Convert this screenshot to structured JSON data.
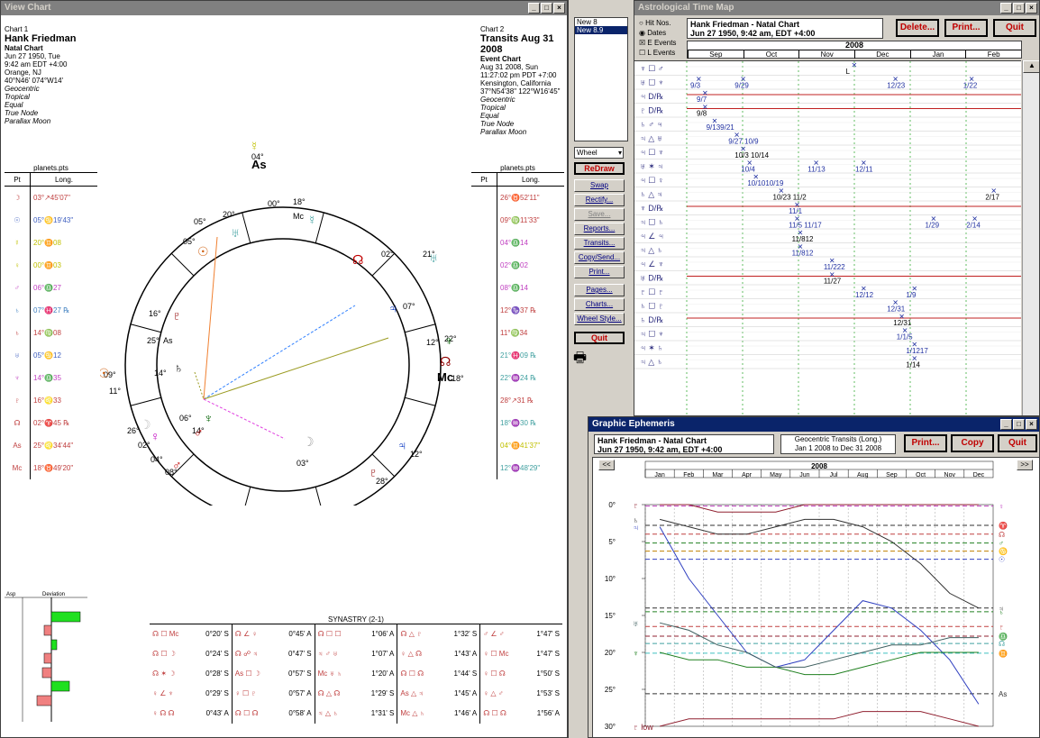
{
  "view_chart": {
    "title": "View Chart",
    "chart1": {
      "label": "Chart 1",
      "name": "Hank Friedman",
      "type": "Natal Chart",
      "date": "Jun 27 1950, Tue",
      "time": "9:42 am  EDT +4:00",
      "place": "Orange, NJ",
      "coords": "40°N46' 074°W14'",
      "opts": [
        "Geocentric",
        "Tropical",
        "Equal",
        "True Node",
        "Parallax Moon"
      ]
    },
    "chart2": {
      "label": "Chart 2",
      "name": "Transits Aug 31 2008",
      "type": "Event Chart",
      "date": "Aug 31 2008, Sun",
      "time": "11:27:02 pm  PDT +7:00",
      "place": "Kensington, California",
      "coords": "37°N54'38\" 122°W16'45\"",
      "opts": [
        "Geocentric",
        "Tropical",
        "Equal",
        "True Node",
        "Parallax Moon"
      ]
    },
    "left_table": {
      "title": "planets.pts",
      "col1": "Pt",
      "col2": "Long.",
      "rows": [
        {
          "pt": "☽",
          "long": "03°↗45'07\"",
          "color": "#c04040"
        },
        {
          "pt": "☉",
          "long": "05°♋19'43\"",
          "color": "#4060c0"
        },
        {
          "pt": "☿",
          "long": "20°♊08",
          "color": "#c0c000"
        },
        {
          "pt": "♀",
          "long": "00°♊03",
          "color": "#c0c000"
        },
        {
          "pt": "♂",
          "long": "06°♎27",
          "color": "#c040c0"
        },
        {
          "pt": "♄",
          "long": "07°♓27 ℞",
          "color": "#4080c0"
        },
        {
          "pt": "♄",
          "long": "14°♍08",
          "color": "#c04040"
        },
        {
          "pt": "♅",
          "long": "05°♋12",
          "color": "#4060c0"
        },
        {
          "pt": "♆",
          "long": "14°♎35",
          "color": "#c040c0"
        },
        {
          "pt": "♇",
          "long": "16°♌33",
          "color": "#c04040"
        },
        {
          "pt": "☊",
          "long": "02°♈45 ℞",
          "color": "#c04040"
        },
        {
          "pt": "As",
          "long": "25°♌34'44\"",
          "color": "#c04040"
        },
        {
          "pt": "Mc",
          "long": "18°♉49'20\"",
          "color": "#c04040"
        }
      ]
    },
    "right_table": {
      "title": "planets.pts",
      "col1": "Pt",
      "col2": "Long.",
      "rows": [
        {
          "long": "26°♉52'11\"",
          "color": "#c04040"
        },
        {
          "long": "09°♍11'33\"",
          "color": "#c04040"
        },
        {
          "long": "04°♎14",
          "color": "#c040c0"
        },
        {
          "long": "02°♎02",
          "color": "#c040c0"
        },
        {
          "long": "08°♎14",
          "color": "#c040c0"
        },
        {
          "long": "12°♑37 ℞",
          "color": "#c04040"
        },
        {
          "long": "11°♍34",
          "color": "#c04040"
        },
        {
          "long": "21°♓09 ℞",
          "color": "#40a0a0"
        },
        {
          "long": "22°♒24 ℞",
          "color": "#40a0a0"
        },
        {
          "long": "28°↗31 ℞",
          "color": "#c04040"
        },
        {
          "long": "18°♒30 ℞",
          "color": "#40a0a0"
        },
        {
          "long": "04°♊41'37\"",
          "color": "#c0c000"
        },
        {
          "long": "12°♒48'29\"",
          "color": "#40a0a0"
        }
      ]
    },
    "wheel_labels": [
      "04°",
      "20°",
      "00°",
      "18°",
      "05°",
      "05°",
      "16°",
      "25°",
      "14°",
      "09°",
      "11°",
      "26°",
      "02°",
      "04°",
      "08°",
      "06°",
      "14°",
      "03°",
      "28°",
      "12°",
      "18°",
      "12°",
      "22°",
      "07°",
      "21°",
      "02°"
    ],
    "wheel_glyphs": {
      "as": "As",
      "mc": "Mc"
    },
    "deviation": {
      "col1": "Asp",
      "col2": "Deviation"
    },
    "synastry": {
      "title": "SYNASTRY (2-1)",
      "cols": [
        [
          "0°20' S",
          "0°24' S",
          "0°28' S",
          "0°29' S",
          "0°43' A"
        ],
        [
          "0°45' A",
          "0°47' S",
          "0°57' S",
          "0°57' A",
          "0°58' A"
        ],
        [
          "1°06' A",
          "1°07' A",
          "1°20' A",
          "1°29' S",
          "1°31' S"
        ],
        [
          "1°32' S",
          "1°43' A",
          "1°44' S",
          "1°45' A",
          "1°46' A"
        ],
        [
          "1°47' S",
          "1°47' S",
          "1°50' S",
          "1°53' S",
          "1°56' A"
        ]
      ],
      "glyphs": [
        [
          "☊ ☐ Mc",
          "☊ ☐ ☽",
          "☊ ✶ ☽",
          "♀ ∠ ♆",
          "♀ ☊ ☊"
        ],
        [
          "☊ ∠ ♀",
          "☊ ☍ ♃",
          "As ☐ ☽",
          "♀ ☐ ♇",
          "☊ ☐ ☊"
        ],
        [
          "☊ ☐ ☐",
          "♃ ♂ ♅",
          "Mc ♅ ♄",
          "☊ △ ☊",
          "♃ △ ♄"
        ],
        [
          "☊ △ ♇",
          "♀ △ ☊",
          "☊ ☐ ☊",
          "As △ ♃",
          "Mc △ ♄"
        ],
        [
          "♂ ∠ ♂",
          "♀ ☐ Mc",
          "♀ ☐ ☊",
          "♀ △ ♂",
          "☊ ☐ ☊"
        ]
      ]
    }
  },
  "toolbar": {
    "list": [
      "New 8",
      "New 8.9"
    ],
    "select": "Wheel",
    "buttons": [
      "ReDraw",
      "Swap",
      "Rectify...",
      "Save...",
      "Reports...",
      "Transits...",
      "Copy/Send...",
      "Print...",
      "Pages...",
      "Charts...",
      "Wheel Style...",
      "Quit"
    ]
  },
  "time_map": {
    "title": "Astrological Time Map",
    "radio": [
      "Hit Nos.",
      "Dates"
    ],
    "checks": [
      "E Events",
      "L Events"
    ],
    "subject": "Hank Friedman - Natal Chart",
    "subject2": "Jun 27 1950, 9:42 am, EDT +4:00",
    "buttons": [
      "Delete...",
      "Print...",
      "Quit"
    ],
    "year": "2008",
    "months": [
      "Sep",
      "Oct",
      "Nov",
      "Dec",
      "Jan",
      "Feb"
    ],
    "rows": [
      {
        "g": "♆ ☐ ♂",
        "labels": [
          {
            "x": 0.49,
            "t": "L"
          }
        ]
      },
      {
        "g": "♅ ☐ ♆",
        "labels": [
          {
            "x": 0.0,
            "t": "9/3"
          },
          {
            "x": 0.14,
            "t": "9/29"
          },
          {
            "x": 0.62,
            "t": "12/23"
          },
          {
            "x": 0.86,
            "t": "1/22"
          }
        ]
      },
      {
        "g": "♃ D/℞",
        "labels": [
          {
            "x": 0.02,
            "t": "9/7"
          }
        ]
      },
      {
        "g": "♇ D/℞",
        "labels": [
          {
            "x": 0.02,
            "t": "9/8"
          }
        ]
      },
      {
        "g": "♄ ♂ ♃",
        "labels": [
          {
            "x": 0.05,
            "t": "9/139/21"
          }
        ]
      },
      {
        "g": "♃ △ ♅",
        "labels": [
          {
            "x": 0.12,
            "t": "9/27 10/9"
          }
        ]
      },
      {
        "g": "♃ ☐ ♆",
        "labels": [
          {
            "x": 0.14,
            "t": "10/3 10/14"
          }
        ]
      },
      {
        "g": "♅ ✶ ♃",
        "labels": [
          {
            "x": 0.16,
            "t": "10/4"
          },
          {
            "x": 0.37,
            "t": "11/13"
          },
          {
            "x": 0.52,
            "t": "12/11"
          }
        ]
      },
      {
        "g": "♃ ☐ ♀",
        "labels": [
          {
            "x": 0.18,
            "t": "10/1010/19"
          }
        ]
      },
      {
        "g": "♄ △ ♃",
        "labels": [
          {
            "x": 0.26,
            "t": "10/23 11/2"
          },
          {
            "x": 0.93,
            "t": "2/17"
          }
        ]
      },
      {
        "g": "♆ D/℞",
        "labels": [
          {
            "x": 0.31,
            "t": "11/1"
          }
        ]
      },
      {
        "g": "♃ ☐ ♄",
        "labels": [
          {
            "x": 0.31,
            "t": "11/5 11/17"
          },
          {
            "x": 0.74,
            "t": "1/29"
          },
          {
            "x": 0.87,
            "t": "2/14"
          }
        ]
      },
      {
        "g": "♃ ∠ ♃",
        "labels": [
          {
            "x": 0.32,
            "t": "11/812"
          }
        ]
      },
      {
        "g": "♃ △ ♄",
        "labels": [
          {
            "x": 0.32,
            "t": "11/812"
          }
        ]
      },
      {
        "g": "♃ ∠ ♆",
        "labels": [
          {
            "x": 0.42,
            "t": "11/222"
          }
        ]
      },
      {
        "g": "♅ D/℞",
        "labels": [
          {
            "x": 0.42,
            "t": "11/27"
          }
        ]
      },
      {
        "g": "♇ ☐ ♇",
        "labels": [
          {
            "x": 0.52,
            "t": "12/12"
          },
          {
            "x": 0.68,
            "t": "1/9"
          }
        ]
      },
      {
        "g": "♄ ☐ ♇",
        "labels": [
          {
            "x": 0.62,
            "t": "12/31"
          }
        ]
      },
      {
        "g": "♄ D/℞",
        "labels": [
          {
            "x": 0.64,
            "t": "12/31"
          }
        ]
      },
      {
        "g": "♃ ☐ ♆",
        "labels": [
          {
            "x": 0.65,
            "t": "1/1/5"
          }
        ]
      },
      {
        "g": "♃ ✶ ♄",
        "labels": [
          {
            "x": 0.68,
            "t": "1/1217"
          }
        ]
      },
      {
        "g": "♃ △ ♄",
        "labels": [
          {
            "x": 0.68,
            "t": "1/14"
          }
        ]
      }
    ]
  },
  "ephemeris": {
    "title": "Graphic Ephemeris",
    "subject": "Hank Friedman - Natal Chart",
    "subject2": "Jun 27 1950, 9:42 am, EDT +4:00",
    "info": "Geocentric Transits (Long.)",
    "info2": "Jan 1 2008 to Dec 31 2008",
    "buttons": [
      "Print...",
      "Copy",
      "Quit"
    ],
    "nav": [
      "<<",
      ">>"
    ],
    "year": "2008",
    "months": [
      "Jan",
      "Feb",
      "Mar",
      "Apr",
      "May",
      "Jun",
      "Jul",
      "Aug",
      "Sep",
      "Oct",
      "Nov",
      "Dec"
    ],
    "yticks": [
      "0°",
      "5°",
      "10°",
      "15°",
      "20°",
      "25°",
      "30°"
    ],
    "chart_data": {
      "type": "line",
      "title": "Geocentric Transits (Long.)",
      "x": [
        "Jan",
        "Feb",
        "Mar",
        "Apr",
        "May",
        "Jun",
        "Jul",
        "Aug",
        "Sep",
        "Oct",
        "Nov",
        "Dec"
      ],
      "ylim": [
        0,
        30
      ],
      "series": [
        {
          "name": "♄",
          "values": [
            2,
            3,
            4,
            4,
            3,
            2,
            2,
            3,
            5,
            8,
            12,
            14
          ],
          "color": "#303030"
        },
        {
          "name": "♃",
          "values": [
            3,
            10,
            15,
            20,
            22,
            21,
            17,
            13,
            14,
            17,
            21,
            27
          ],
          "color": "#3040c0"
        },
        {
          "name": "♆",
          "values": [
            20,
            21,
            21,
            22,
            22,
            23,
            23,
            22,
            21,
            20,
            20,
            20
          ],
          "color": "#208020"
        },
        {
          "name": "♅",
          "values": [
            16,
            17,
            19,
            20,
            22,
            22,
            21,
            20,
            19,
            19,
            18,
            18
          ],
          "color": "#406060"
        },
        {
          "name": "♇",
          "values": [
            0,
            0,
            1,
            1,
            1,
            0,
            0,
            0,
            0,
            0,
            0,
            0
          ],
          "color": "#902030"
        },
        {
          "name": "♇ low",
          "values": [
            30,
            29,
            29,
            29,
            29,
            29,
            29,
            28,
            28,
            28,
            29,
            30
          ],
          "color": "#902030"
        }
      ],
      "hlines": [
        {
          "y": 0.2,
          "color": "#c040c0"
        },
        {
          "y": 2.8,
          "color": "#303030"
        },
        {
          "y": 4.0,
          "color": "#c04040"
        },
        {
          "y": 5.2,
          "color": "#208020"
        },
        {
          "y": 6.3,
          "color": "#c08000"
        },
        {
          "y": 7.4,
          "color": "#3040c0"
        },
        {
          "y": 14.0,
          "color": "#303030"
        },
        {
          "y": 14.5,
          "color": "#208020"
        },
        {
          "y": 16.5,
          "color": "#c04040"
        },
        {
          "y": 17.8,
          "color": "#902030"
        },
        {
          "y": 18.8,
          "color": "#40a0a0"
        },
        {
          "y": 20.1,
          "color": "#40c0c0"
        },
        {
          "y": 25.6,
          "color": "#303030"
        }
      ],
      "right_labels": [
        "♀",
        "♈",
        "☊",
        "♂",
        "♋",
        "☉",
        "♃",
        "♄",
        "♇",
        "♎",
        "☊",
        "♊",
        "As"
      ]
    }
  }
}
